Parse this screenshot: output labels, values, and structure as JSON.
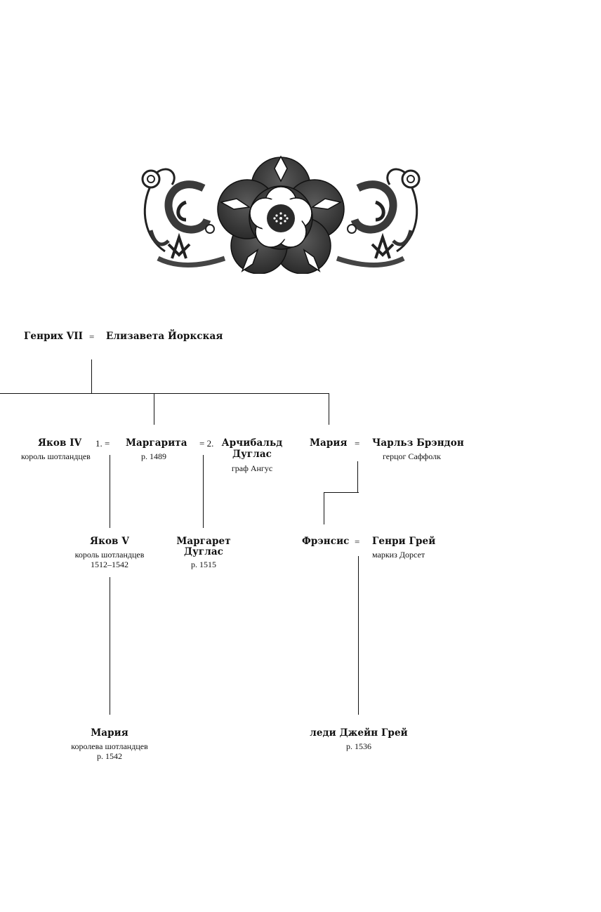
{
  "ornament": {
    "icon": "tudor-rose-ornament-icon"
  },
  "generation1": {
    "henry_vii": {
      "name": "Генрих VII"
    },
    "marriage_sign": "=",
    "elizabeth_york": {
      "name": "Елизавета Йоркская"
    }
  },
  "generation2": {
    "james_iv": {
      "name": "Яков IV",
      "title": "король шотландцев"
    },
    "marriage1_sign": "1. =",
    "margaret": {
      "name": "Маргарита",
      "birth": "р. 1489"
    },
    "marriage2_sign": "= 2.",
    "archibald": {
      "name_line1": "Арчибальд",
      "name_line2": "Дуглас",
      "title": "граф Ангус"
    },
    "mary": {
      "name": "Мария"
    },
    "marriage_sign": "=",
    "charles_brandon": {
      "name": "Чарльз Брэндон",
      "title": "герцог Саффолк"
    }
  },
  "generation3": {
    "james_v": {
      "name": "Яков V",
      "title": "король шотландцев",
      "years": "1512–1542"
    },
    "margaret_douglas": {
      "name_line1": "Маргарет",
      "name_line2": "Дуглас",
      "birth": "р. 1515"
    },
    "frances": {
      "name": "Фрэнсис"
    },
    "marriage_sign": "=",
    "henry_grey": {
      "name": "Генри Грей",
      "title": "маркиз Дорсет"
    }
  },
  "generation4": {
    "mary_queen": {
      "name": "Мария",
      "title": "королева шотландцев",
      "birth": "р. 1542"
    },
    "jane_grey": {
      "name": "леди Джейн Грей",
      "birth": "р. 1536"
    }
  }
}
